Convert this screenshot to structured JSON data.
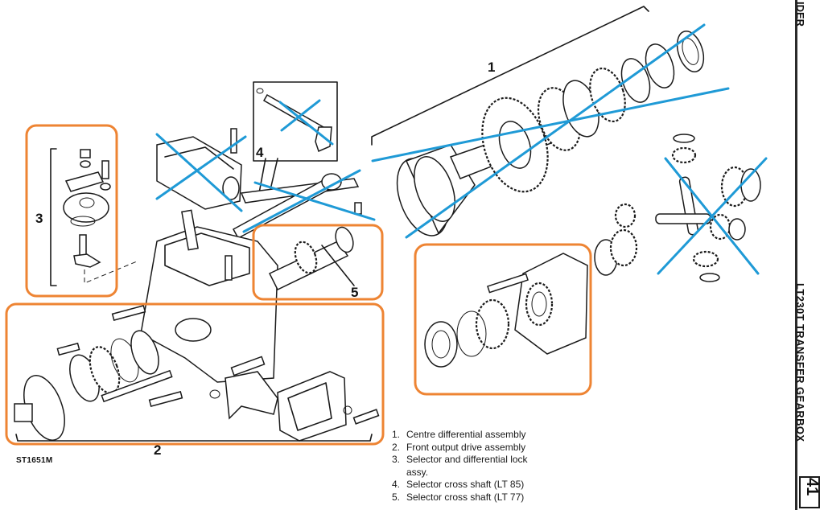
{
  "figure": {
    "code": "ST1651M",
    "callouts": {
      "c1": "1",
      "c2": "2",
      "c3": "3",
      "c4": "4",
      "c5": "5"
    }
  },
  "legend": {
    "items": [
      {
        "num": "1.",
        "text": "Centre differential assembly"
      },
      {
        "num": "2.",
        "text": "Front output drive assembly"
      },
      {
        "num": "3.",
        "text": "Selector and differential lock"
      },
      {
        "num": "",
        "text": "assy."
      },
      {
        "num": "4.",
        "text": "Selector cross shaft (LT 85)"
      },
      {
        "num": "5.",
        "text": "Selector cross shaft (LT 77)"
      }
    ]
  },
  "side_tab": {
    "header": "IDER",
    "title": "LT230T TRANSFER GEARBOX",
    "section": "41"
  },
  "annotations": {
    "highlight_color": "#ee8433",
    "strike_color": "#1f9ad6",
    "highlighted_groups": [
      "selector-and-diff-lock-assy",
      "front-output-drive-assembly",
      "selector-cross-shaft-lt77",
      "diff-case-rear-assembly"
    ],
    "struck_groups": [
      "selector-housing-cover",
      "selector-cross-shaft-lt85",
      "centre-differential-gear-train",
      "differential-pinion-set"
    ]
  }
}
